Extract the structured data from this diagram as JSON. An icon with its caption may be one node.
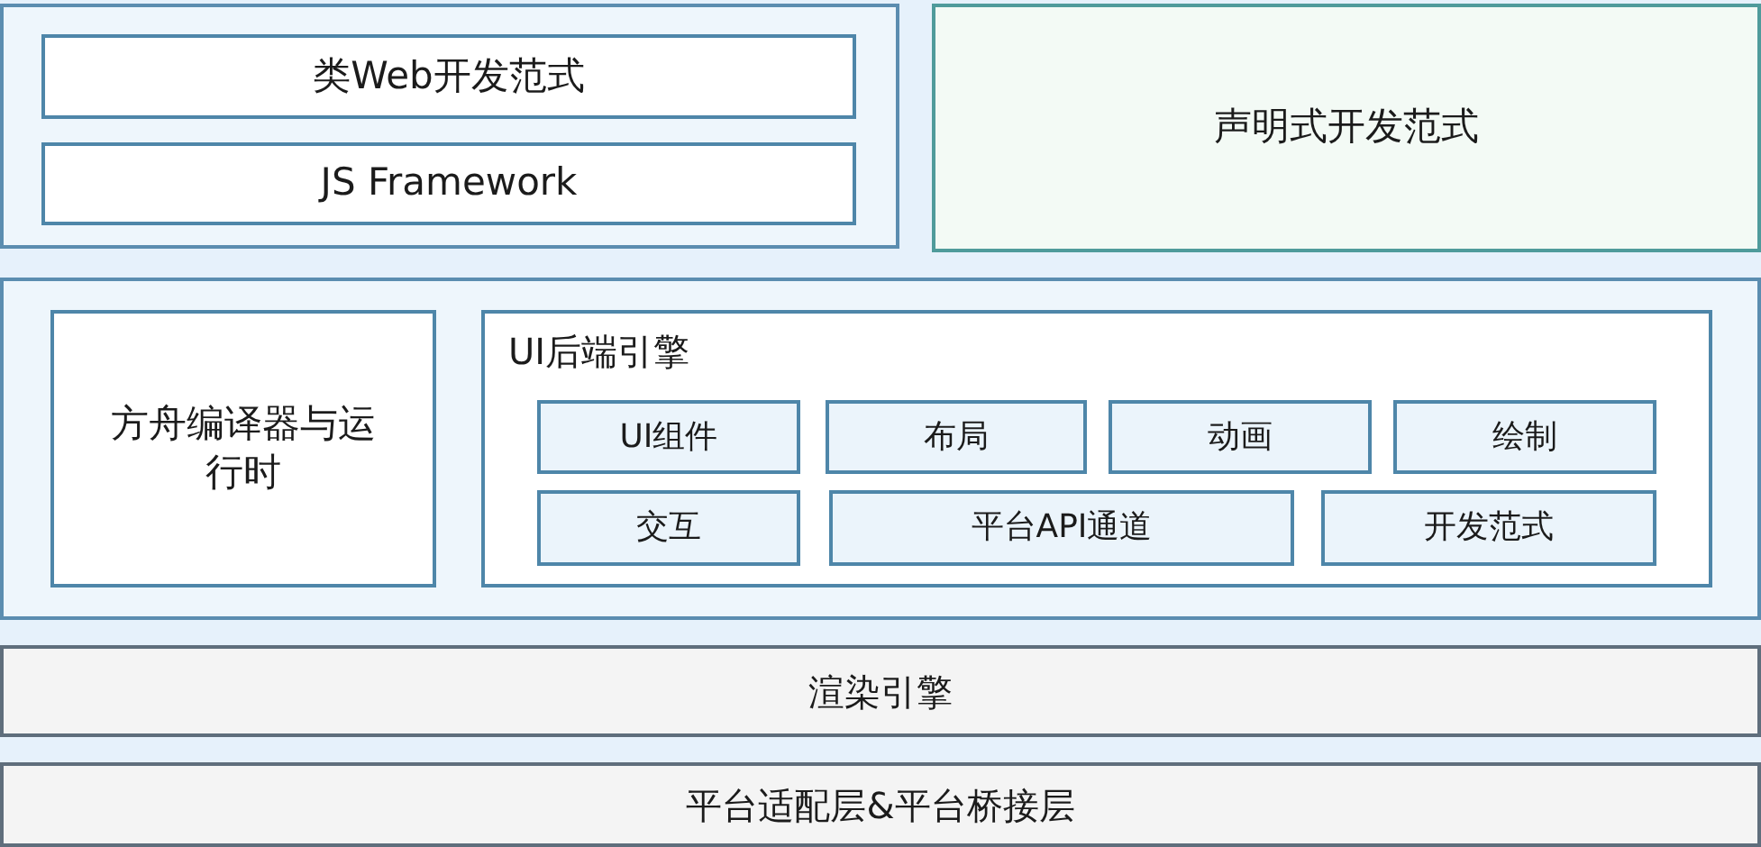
{
  "diagram": {
    "nodes": [
      {
        "text": [],
        "shape": "box"
      },
      {
        "text": [
          "类Web开发范式"
        ],
        "in": 0
      },
      {
        "text": [
          "JS Framework"
        ],
        "in": 0
      },
      {
        "text": [
          "声明式开发范式"
        ]
      },
      {
        "text": [],
        "shape": "box"
      },
      {
        "text": [
          "方舟编译器与运行时"
        ],
        "in": 4
      },
      {
        "text": [
          "UI后端引擎"
        ],
        "in": 4
      },
      {
        "text": [
          "UI组件"
        ],
        "in": 6
      },
      {
        "text": [
          "布局"
        ],
        "in": 6
      },
      {
        "text": [
          "动画"
        ],
        "in": 6
      },
      {
        "text": [
          "绘制"
        ],
        "in": 6
      },
      {
        "text": [
          "交互"
        ],
        "in": 6
      },
      {
        "text": [
          "平台API通道"
        ],
        "in": 6
      },
      {
        "text": [
          "开发范式"
        ],
        "in": 6
      },
      {
        "text": [
          "渲染引擎"
        ]
      },
      {
        "text": [
          "平台适配层&平台桥接层"
        ]
      }
    ]
  }
}
